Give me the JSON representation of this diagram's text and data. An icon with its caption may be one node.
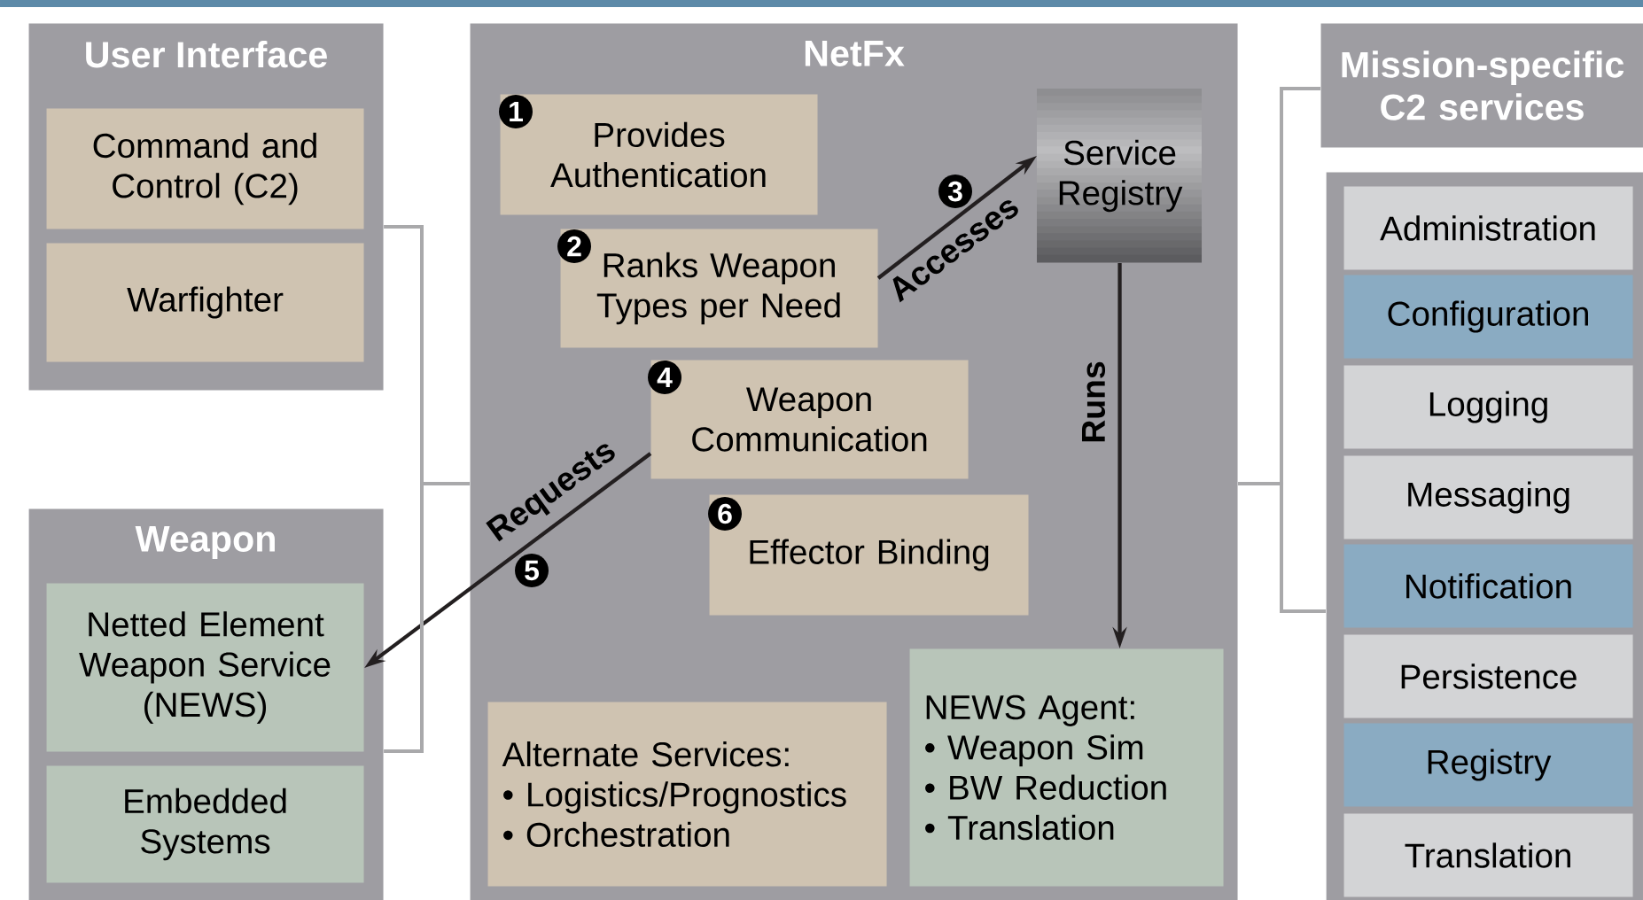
{
  "diagram": {
    "nodes": [
      {
        "text": [
          "User Interface"
        ]
      },
      {
        "text": [
          "Command and Control (C2)"
        ],
        "in": 0
      },
      {
        "text": [
          "Warfighter"
        ],
        "in": 0
      },
      {
        "text": [
          "Weapon"
        ]
      },
      {
        "text": [
          "Netted Element Weapon Service (NEWS)"
        ],
        "in": 3
      },
      {
        "text": [
          "Embedded Systems"
        ],
        "in": 3
      },
      {
        "text": [
          "NetFx"
        ]
      },
      {
        "text": [
          "1",
          "Provides Authentication"
        ],
        "in": 6
      },
      {
        "text": [
          "2",
          "Ranks Weapon Types per Need"
        ],
        "in": 6
      },
      {
        "text": [
          "Service Registry"
        ],
        "in": 6
      },
      {
        "text": [
          "4",
          "Weapon Communication"
        ],
        "in": 6
      },
      {
        "text": [
          "6",
          "Effector Binding"
        ],
        "in": 6
      },
      {
        "text": [
          "Alternate Services:",
          "• Logistics/Prognostics",
          "• Orchestration"
        ],
        "in": 6
      },
      {
        "text": [
          "NEWS Agent:",
          "• Weapon Sim",
          "• BW Reduction",
          "• Translation"
        ],
        "in": 6
      },
      {
        "text": [
          "Mission-specific C2 services"
        ]
      },
      {
        "text": [],
        "shape": "box"
      },
      {
        "text": [
          "Administration"
        ],
        "in": 15
      },
      {
        "text": [
          "Configuration"
        ],
        "in": 15
      },
      {
        "text": [
          "Logging"
        ],
        "in": 15
      },
      {
        "text": [
          "Messaging"
        ],
        "in": 15
      },
      {
        "text": [
          "Notification"
        ],
        "in": 15
      },
      {
        "text": [
          "Persistence"
        ],
        "in": 15
      },
      {
        "text": [
          "Registry"
        ],
        "in": 15
      },
      {
        "text": [
          "Translation"
        ],
        "in": 15
      }
    ],
    "edges": [
      {
        "from": 8,
        "to": 9,
        "arrow": "to",
        "label": "Accesses",
        "color": "#231f20"
      },
      {
        "from": 9,
        "to": 13,
        "arrow": "to",
        "label": "Runs",
        "color": "#231f20"
      },
      {
        "from": 10,
        "to": 4,
        "arrow": "to",
        "label": "Requests",
        "color": "#231f20"
      },
      {
        "from": 0,
        "to": 6,
        "arrow": "none",
        "color": "#a9a9ab"
      },
      {
        "from": 3,
        "to": 6,
        "arrow": "none",
        "color": "#a9a9ab"
      },
      {
        "from": 6,
        "to": 14,
        "arrow": "none",
        "color": "#a9a9ab"
      },
      {
        "from": 6,
        "to": 15,
        "arrow": "none",
        "color": "#a9a9ab"
      }
    ],
    "labels": [
      "3",
      "5"
    ]
  }
}
